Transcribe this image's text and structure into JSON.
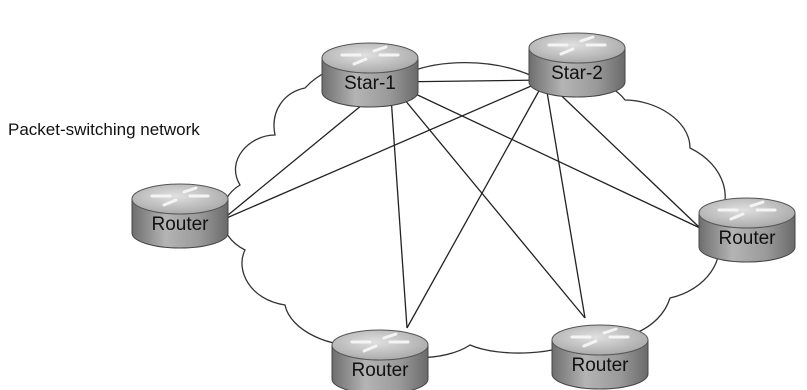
{
  "diagram": {
    "network_label": "Packet-switching network",
    "nodes": [
      {
        "id": "star1",
        "label": "Star-1"
      },
      {
        "id": "star2",
        "label": "Star-2"
      },
      {
        "id": "router_left",
        "label": "Router"
      },
      {
        "id": "router_right",
        "label": "Router"
      },
      {
        "id": "router_bottom_left",
        "label": "Router"
      },
      {
        "id": "router_bottom_right",
        "label": "Router"
      }
    ],
    "links": [
      [
        "star1",
        "star2"
      ],
      [
        "star1",
        "router_left"
      ],
      [
        "star1",
        "router_right"
      ],
      [
        "star1",
        "router_bottom_left"
      ],
      [
        "star1",
        "router_bottom_right"
      ],
      [
        "star2",
        "router_left"
      ],
      [
        "star2",
        "router_right"
      ],
      [
        "star2",
        "router_bottom_left"
      ],
      [
        "star2",
        "router_bottom_right"
      ]
    ],
    "colors": {
      "router_body": "#8a8a8a",
      "router_top": "#c4c4c4",
      "line": "#222222"
    }
  }
}
